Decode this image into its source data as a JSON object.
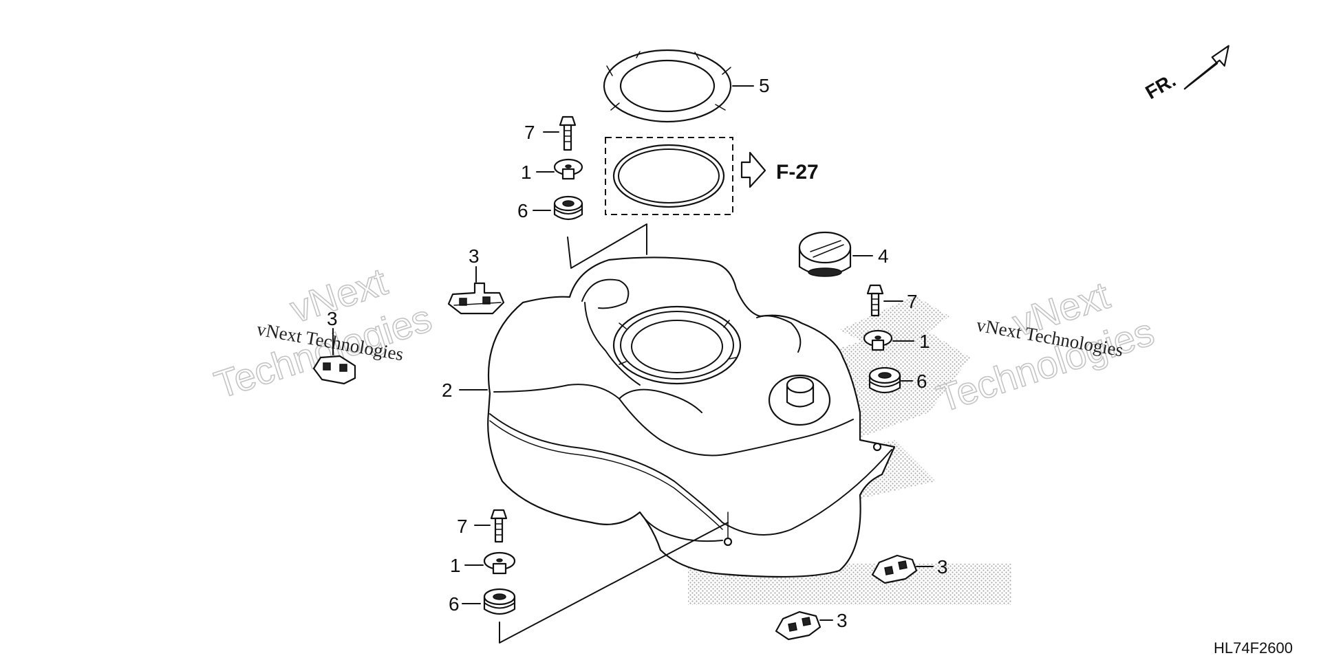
{
  "diagram": {
    "drawing_code": "HL74F2600",
    "front_indicator": "FR.",
    "reference": "F-27",
    "callouts": {
      "c5": "5",
      "c7_top": "7",
      "c1_top": "1",
      "c6_top": "6",
      "c4": "4",
      "c7_right": "7",
      "c1_right": "1",
      "c6_right": "6",
      "c3_upper_left": "3",
      "c3_left": "3",
      "c2": "2",
      "c7_bottom": "7",
      "c1_bottom": "1",
      "c6_bottom": "6",
      "c3_bottom_right": "3",
      "c3_bottom": "3"
    }
  },
  "watermarks": {
    "big_line1": "vNext",
    "big_line2": "Technologies",
    "small": "vNext Technologies"
  },
  "colors": {
    "line": "#111111",
    "watermark": "#c4c4c4",
    "stipple": "#9a9a9a"
  }
}
